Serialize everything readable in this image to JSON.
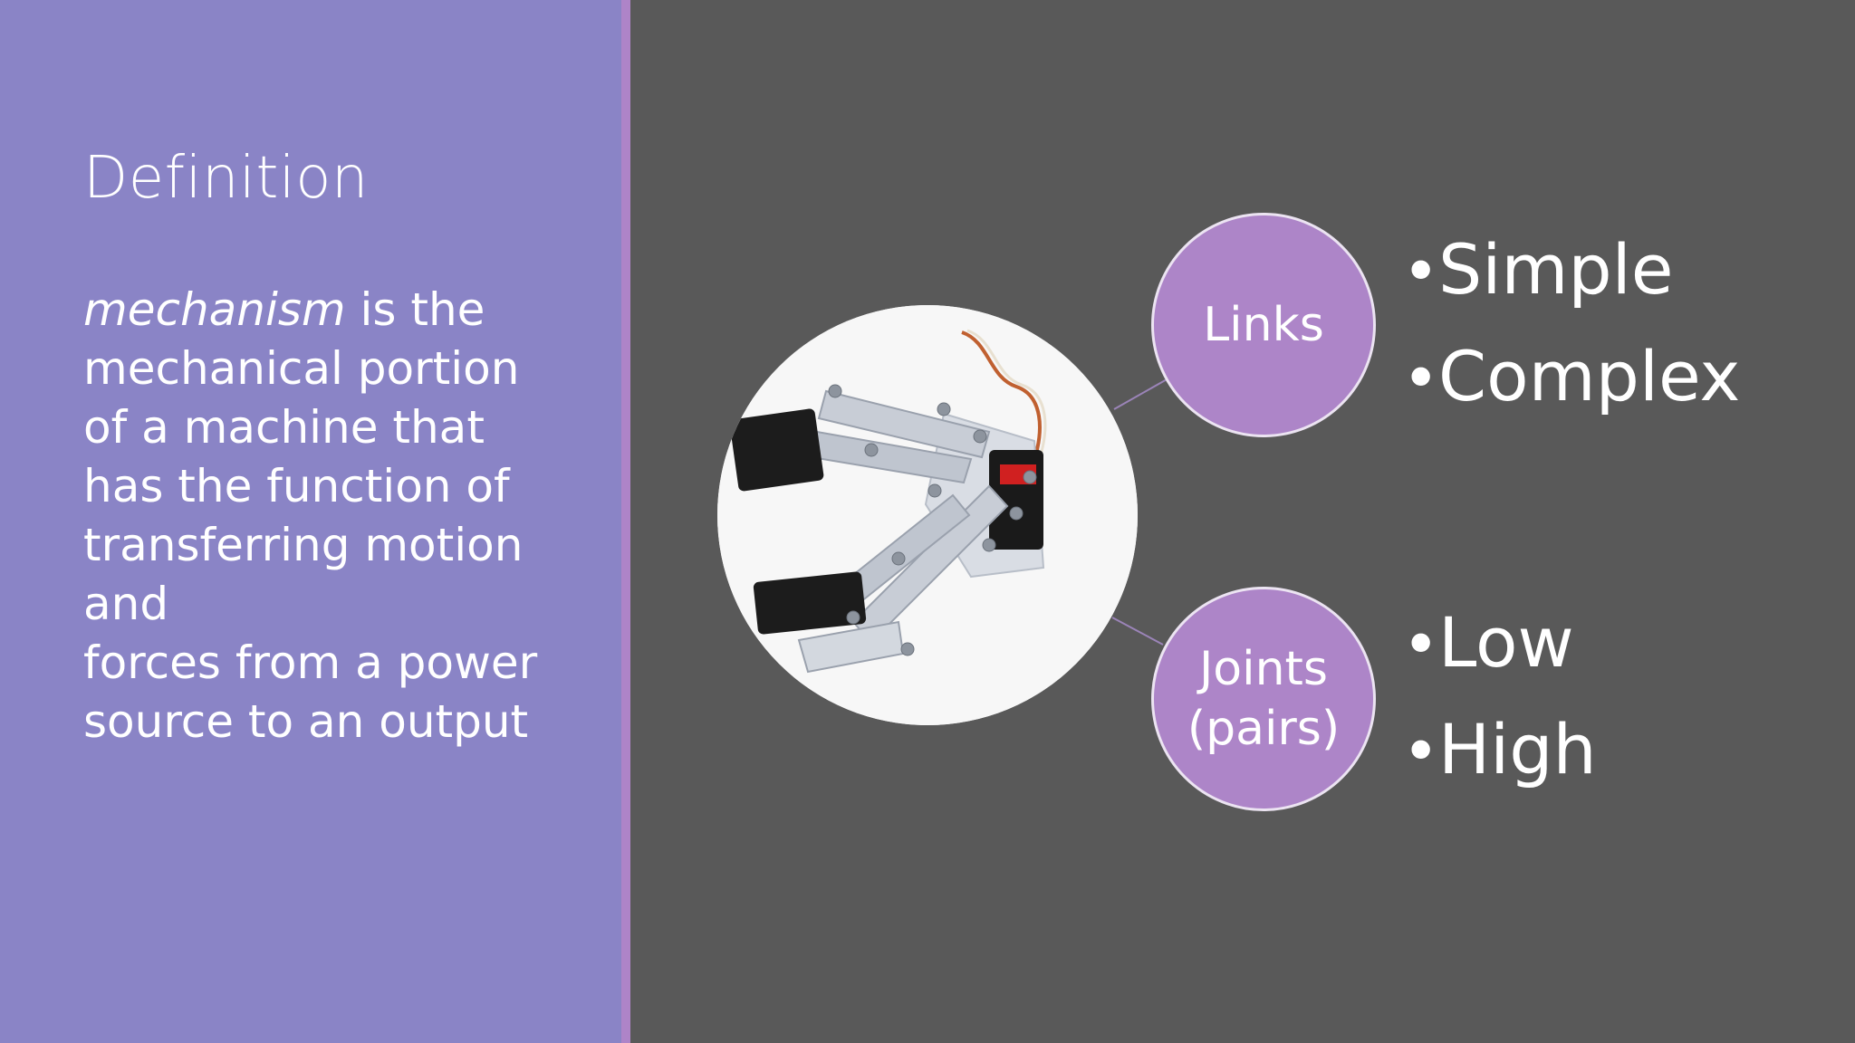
{
  "slide": {
    "title": "Definition",
    "definition": {
      "term": "mechanism",
      "line1_rest": " is the",
      "lines": [
        "mechanical portion",
        "of a machine that",
        "has the function of",
        "transferring motion",
        "and",
        "forces from a power",
        "source to an output"
      ]
    }
  },
  "diagram": {
    "image_icon": "robotic-gripper-photo",
    "nodes": [
      {
        "label_lines": [
          "Links"
        ],
        "items": [
          "Simple",
          "Complex"
        ]
      },
      {
        "label_lines": [
          "Joints",
          "(pairs)"
        ],
        "items": [
          "Low",
          "High"
        ]
      }
    ],
    "bullet_glyph": "•"
  },
  "colors": {
    "left_panel": "#8a84c6",
    "accent": "#ae84c8",
    "background": "#595959",
    "node_fill": "#ad85c8"
  }
}
